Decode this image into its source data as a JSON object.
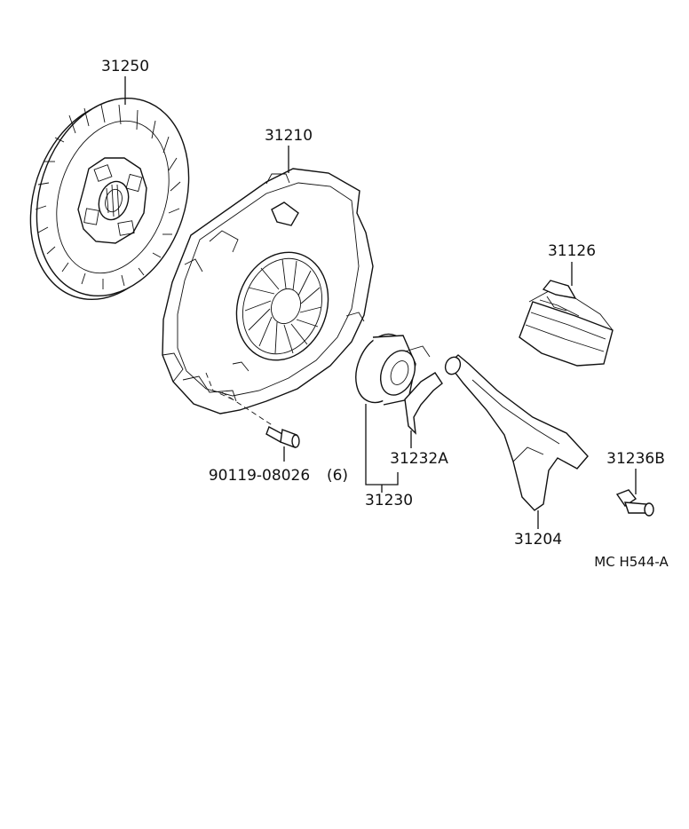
{
  "callouts": {
    "disc": "31250",
    "cover": "31210",
    "boot": "31126",
    "bolt": "90119-08026",
    "bolt_qty": "(6)",
    "hub": "31232A",
    "bearing": "31230",
    "stud": "31236B",
    "fork": "31204"
  },
  "diagram_code": "MC H544-A"
}
